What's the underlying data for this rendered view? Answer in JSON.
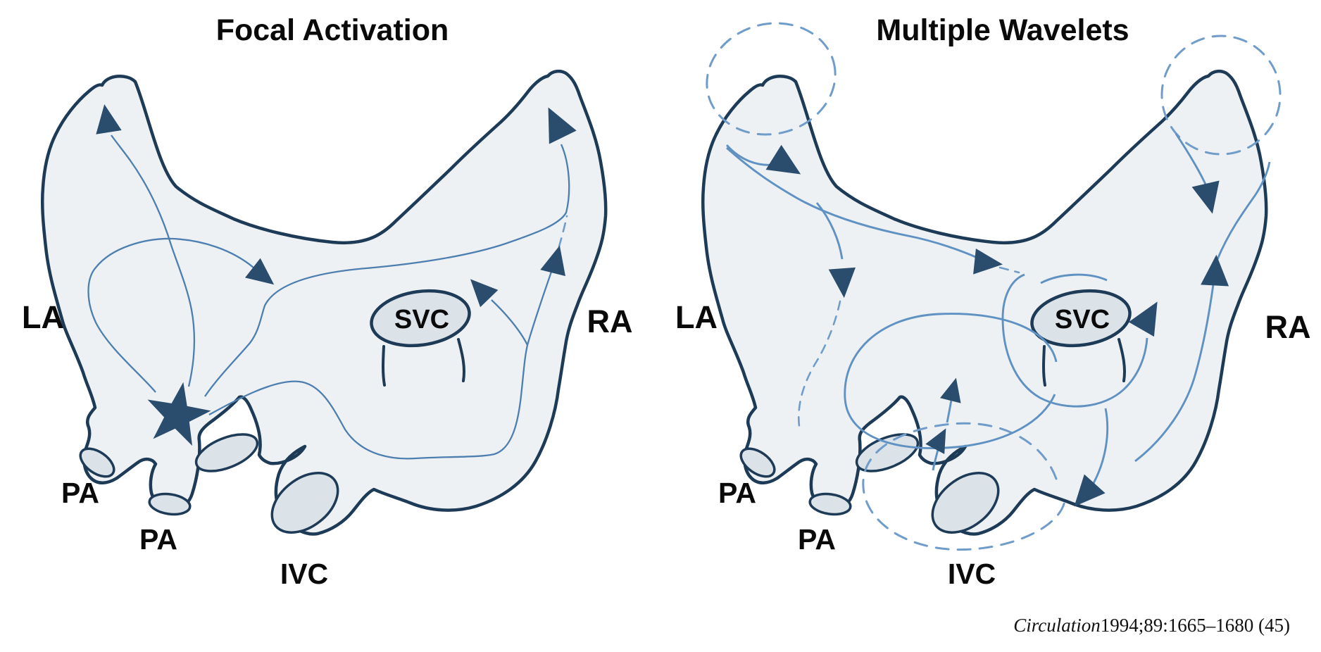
{
  "figure": {
    "panels": [
      {
        "title": "Focal Activation",
        "anatomy_labels": {
          "la": "LA",
          "ra": "RA",
          "pa_upper": "PA",
          "pa_lower": "PA",
          "ivc": "IVC",
          "svc": "SVC"
        },
        "features": [
          "focal-source-star",
          "radiating-activation-wavefronts",
          "dashed-conduction-gap"
        ]
      },
      {
        "title": "Multiple Wavelets",
        "anatomy_labels": {
          "la": "LA",
          "ra": "RA",
          "pa_upper": "PA",
          "pa_lower": "PA",
          "ivc": "IVC",
          "svc": "SVC"
        },
        "features": [
          "multiple-reentrant-wavelets",
          "dashed-reentry-circuit-la-appendage",
          "dashed-reentry-circuit-ra-appendage",
          "dashed-reentry-circuit-ivc",
          "svc-circus-loop"
        ]
      }
    ],
    "citation": {
      "journal": "Circulation",
      "reference": "1994;89:1665–1680 (45)"
    },
    "colors": {
      "outline_navy": "#1d3b57",
      "arrow_navy": "#2a4c6d",
      "wavefront_blue": "#4c7fb0",
      "wavelet_blue": "#5f92c2",
      "dashed_blue": "#6f9cc9",
      "body_fill": "#eef1f3",
      "vessel_fill": "#dbe2e8",
      "label_text": "#0a0a0a",
      "background": "#ffffff"
    }
  }
}
